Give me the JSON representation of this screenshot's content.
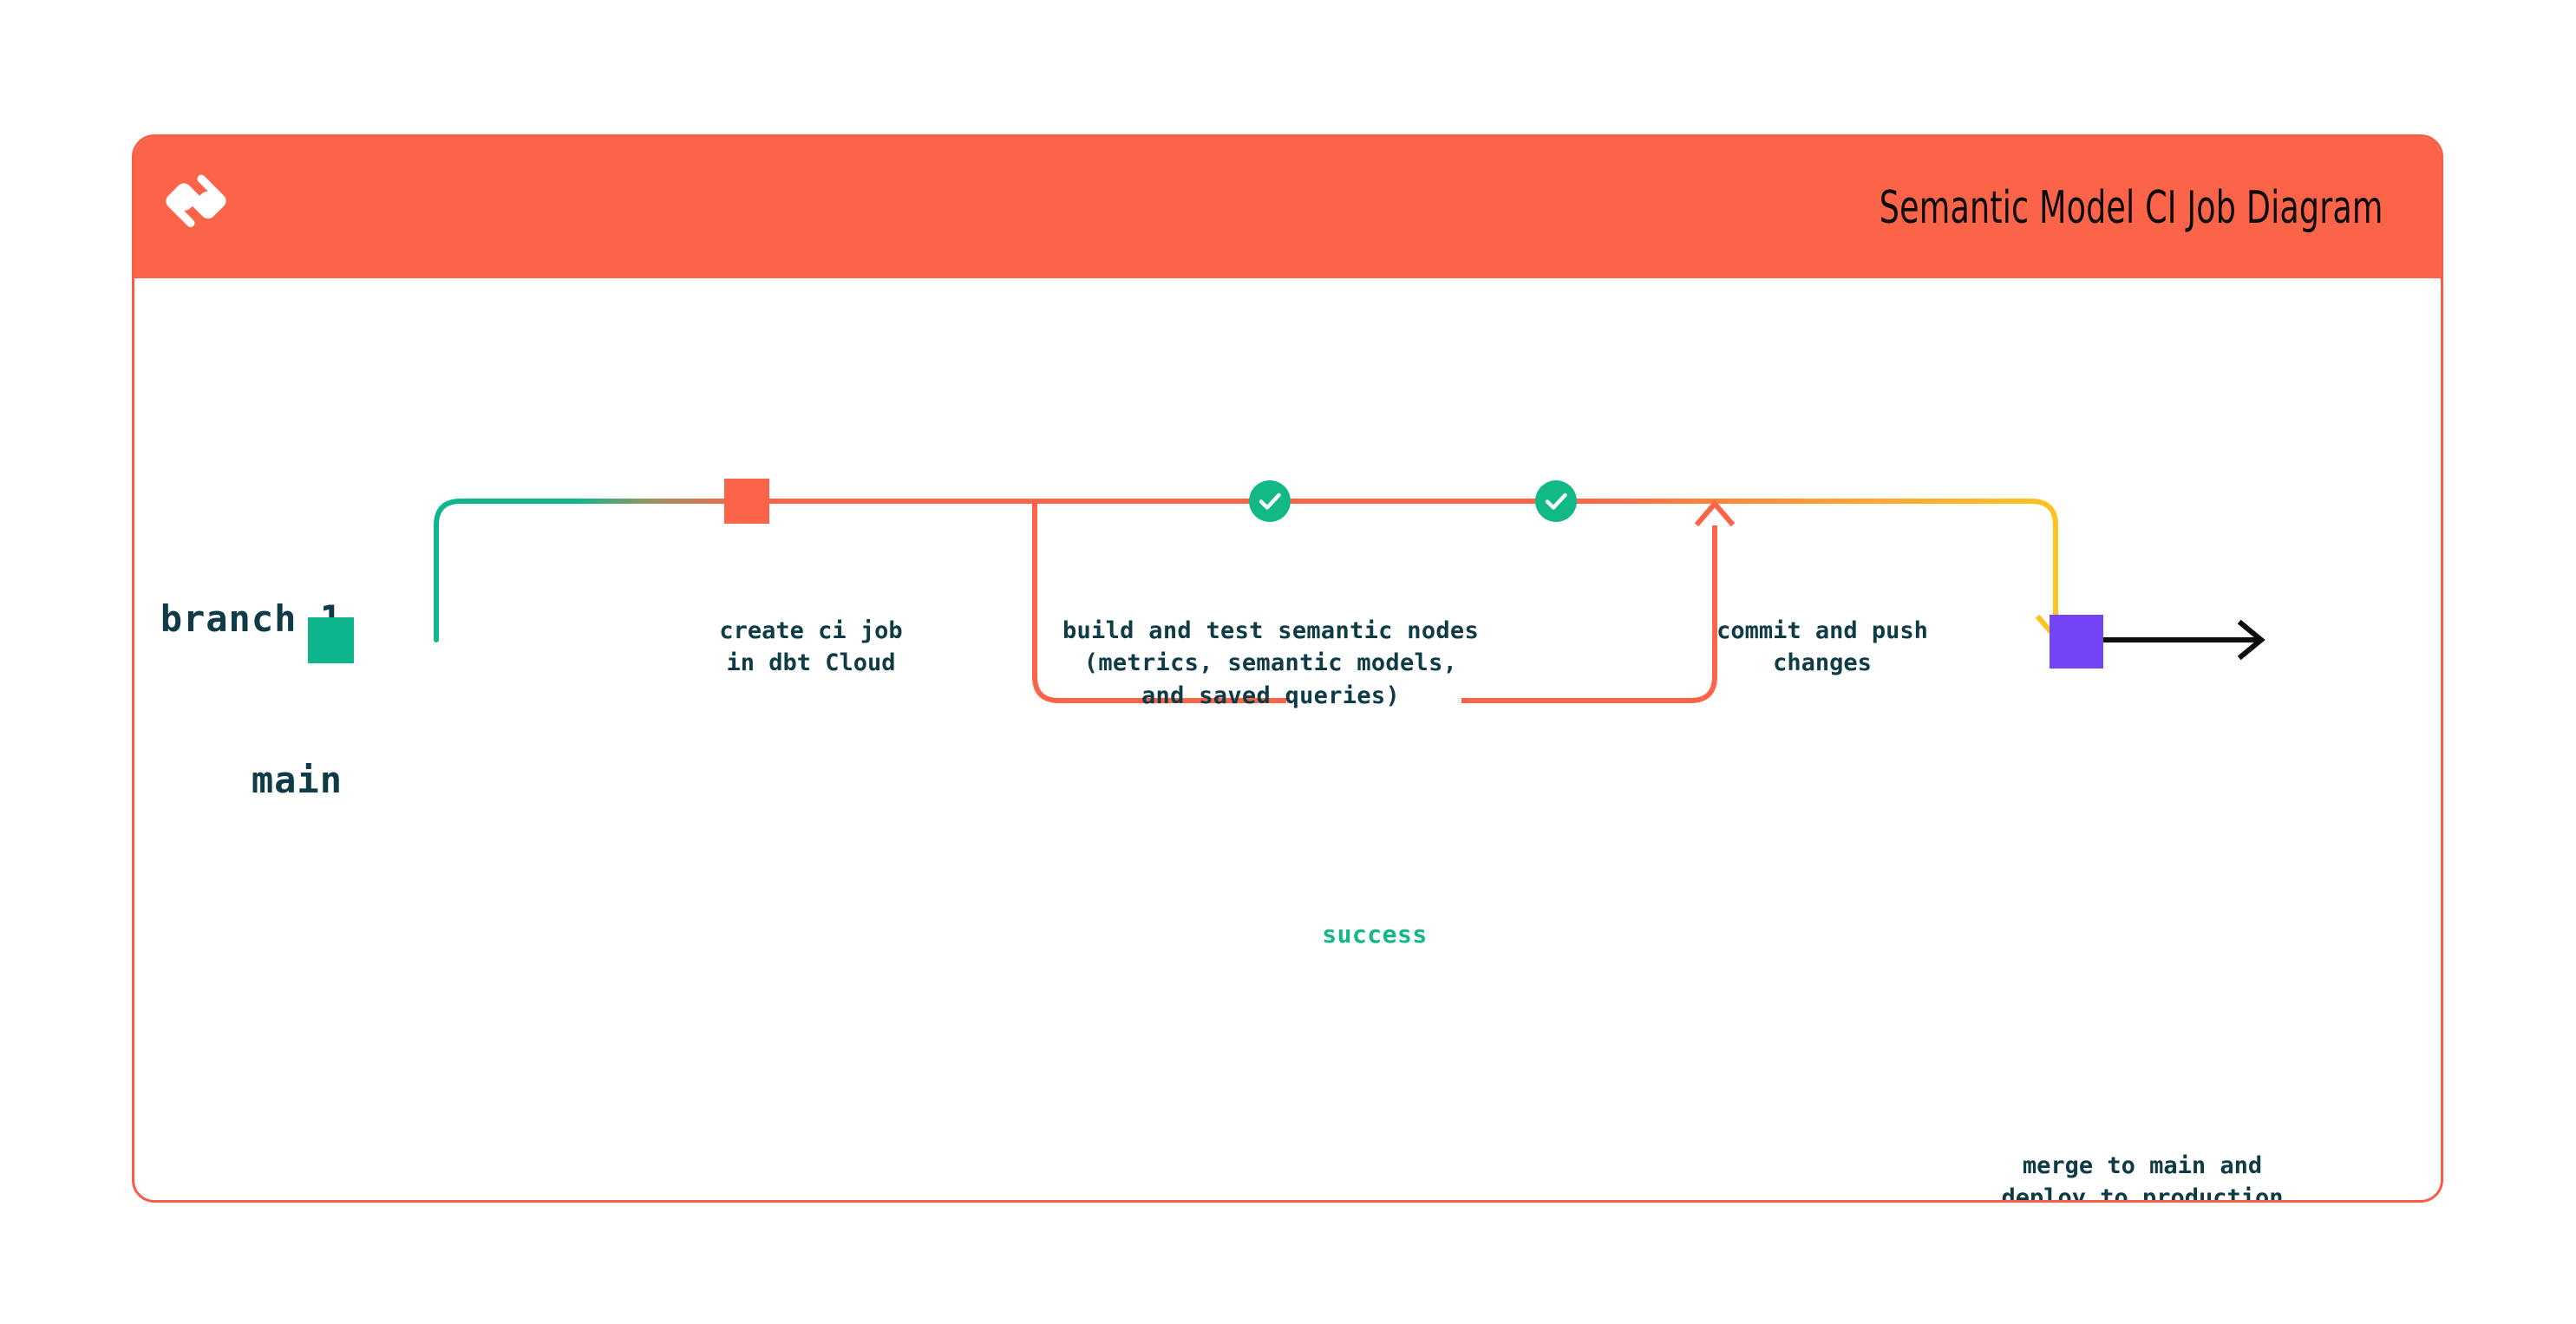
{
  "header": {
    "title": "Semantic Model CI Job Diagram",
    "logo_icon": "dbt-x-logo-icon",
    "background_color": "#fc6449"
  },
  "card": {
    "border_color": "#fb5c45",
    "background_color": "#ffffff"
  },
  "diagram": {
    "type": "git-branch-flow",
    "lanes": [
      {
        "id": "branch1",
        "label": "branch 1",
        "color": "#fc6449"
      },
      {
        "id": "main",
        "label": "main",
        "color": "#0fb68d"
      }
    ],
    "nodes": [
      {
        "id": "main-start",
        "shape": "square",
        "color": "#0fb68d",
        "lane": "main",
        "caption": ""
      },
      {
        "id": "create-ci-job",
        "shape": "square",
        "color": "#fc6449",
        "lane": "branch1",
        "caption": "create ci job\nin dbt Cloud"
      },
      {
        "id": "build-and-test",
        "shape": "check-circle",
        "color": "#12b886",
        "icon": "check-icon",
        "lane": "branch1",
        "caption": "build and test semantic nodes\n(metrics, semantic models,\nand saved queries)"
      },
      {
        "id": "commit-and-push",
        "shape": "check-circle",
        "color": "#12b886",
        "icon": "check-icon",
        "lane": "branch1",
        "caption": "commit and push\nchanges"
      },
      {
        "id": "merge-to-main",
        "shape": "square",
        "color": "#7444f7",
        "lane": "main",
        "caption": "merge to main and\ndeploy to production"
      }
    ],
    "edges": [
      {
        "id": "branch-off",
        "from": "main-start",
        "to": "create-ci-job",
        "color_from": "#0fb68d",
        "color_to": "#fc6449"
      },
      {
        "id": "retry-loop",
        "from": "build-and-test",
        "to": "build-and-test",
        "label": "success",
        "label_color": "#12b886",
        "color": "#fc6449"
      },
      {
        "id": "push-to-merge",
        "from": "commit-and-push",
        "to": "merge-to-main",
        "color_from": "#fc6449",
        "color_to": "#fdc321"
      },
      {
        "id": "main-continues",
        "from": "merge-to-main",
        "to": "",
        "color": "#0d0d0d",
        "arrow": true
      }
    ],
    "caption_color": "#0e3b46"
  }
}
